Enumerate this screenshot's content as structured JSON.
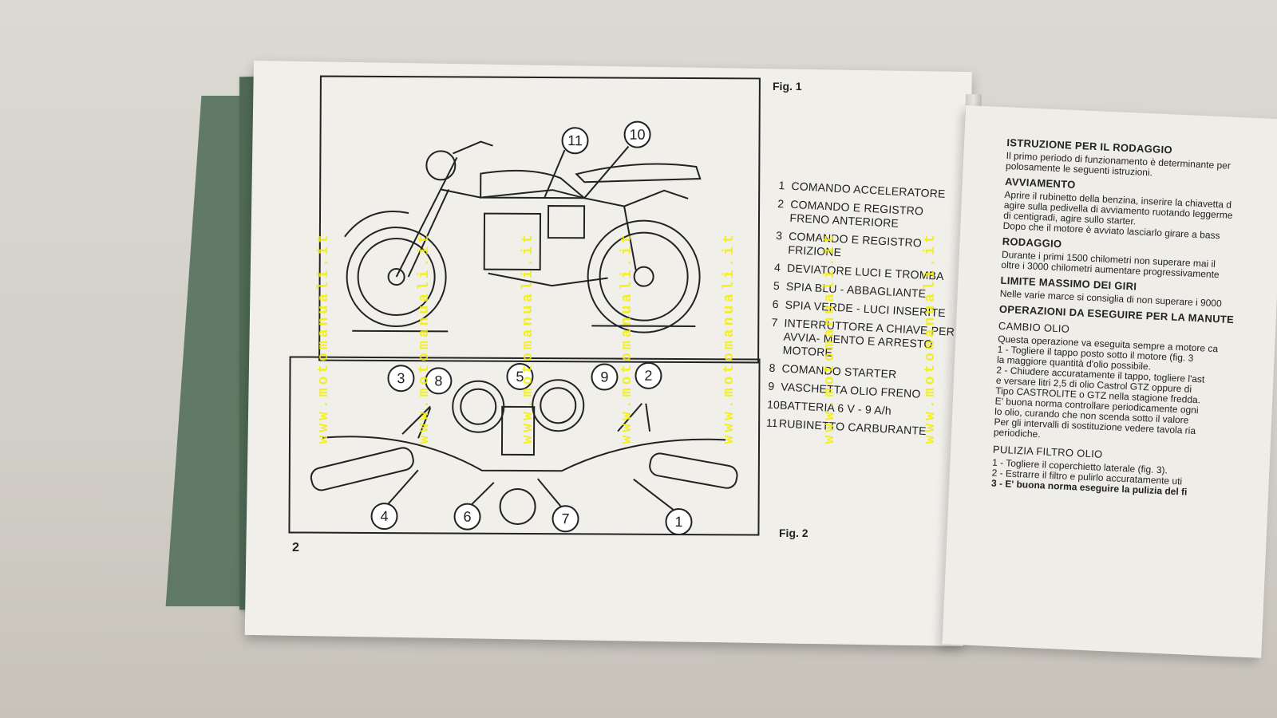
{
  "left_page": {
    "fig1_label": "Fig. 1",
    "fig2_label": "Fig. 2",
    "page_number": "2",
    "fig1_callouts": [
      "11",
      "10"
    ],
    "fig2_callouts": [
      "3",
      "8",
      "5",
      "9",
      "2",
      "4",
      "6",
      "7",
      "1"
    ],
    "legend": [
      {
        "n": "1",
        "t": "COMANDO ACCELERATORE"
      },
      {
        "n": "2",
        "t": "COMANDO E REGISTRO FRENO ANTERIORE"
      },
      {
        "n": "3",
        "t": "COMANDO E REGISTRO FRIZIONE"
      },
      {
        "n": "4",
        "t": "DEVIATORE LUCI E TROMBA"
      },
      {
        "n": "5",
        "t": "SPIA BLU - ABBAGLIANTE"
      },
      {
        "n": "6",
        "t": "SPIA VERDE - LUCI INSERITE"
      },
      {
        "n": "7",
        "t": "INTERRUTTORE A CHIAVE PER AVVIA- MENTO E ARRESTO MOTORE"
      },
      {
        "n": "8",
        "t": "COMANDO STARTER"
      },
      {
        "n": "9",
        "t": "VASCHETTA OLIO FRENO"
      },
      {
        "n": "10",
        "t": "BATTERIA 6 V - 9 A/h"
      },
      {
        "n": "11",
        "t": "RUBINETTO CARBURANTE"
      }
    ]
  },
  "watermark": "www.motomanuali.it",
  "right_page": {
    "h1": "ISTRUZIONE PER IL RODAGGIO",
    "p1": [
      "Il primo periodo di funzionamento è determinante per",
      "polosamente le seguenti istruzioni."
    ],
    "h2": "AVVIAMENTO",
    "p2": [
      "Aprire il rubinetto della benzina, inserire la chiavetta d",
      "agire sulla pedivella di avviamento ruotando leggerme",
      "di centigradi, agire sullo starter.",
      "Dopo che il motore è avviato lasciarlo girare a bass"
    ],
    "h3": "RODAGGIO",
    "p3": [
      "Durante i primi 1500 chilometri non superare mai il",
      "oltre i 3000 chilometri aumentare progressivamente"
    ],
    "h4": "LIMITE MASSIMO DEI GIRI",
    "p4": [
      "Nelle varie marce si consiglia di non superare i 9000"
    ],
    "h5": "OPERAZIONI DA ESEGUIRE PER LA MANUTE",
    "sh1": "CAMBIO OLIO",
    "p5": [
      "Questa operazione va eseguita sempre a motore ca",
      "1 - Togliere il tappo posto sotto il motore (fig. 3",
      "la maggiore quantità d'olio possibile.",
      "2 - Chiudere accuratamente il tappo, togliere l'ast",
      "e versare litri 2,5 di olio Castrol GTZ oppure di",
      "Tipo CASTROLITE o GTZ nella stagione fredda.",
      "E' buona norma controllare periodicamente ogni",
      "lo olio, curando che non scenda sotto il valore",
      "Per gli intervalli di sostituzione vedere tavola ria",
      "periodiche."
    ],
    "sh2": "PULIZIA FILTRO OLIO",
    "p6": [
      "1 - Togliere il coperchietto laterale (fig. 3).",
      "2 - Estrarre il filtro e pulirlo accuratamente uti",
      "3 - E' buona norma eseguire la pulizia del fi"
    ]
  }
}
